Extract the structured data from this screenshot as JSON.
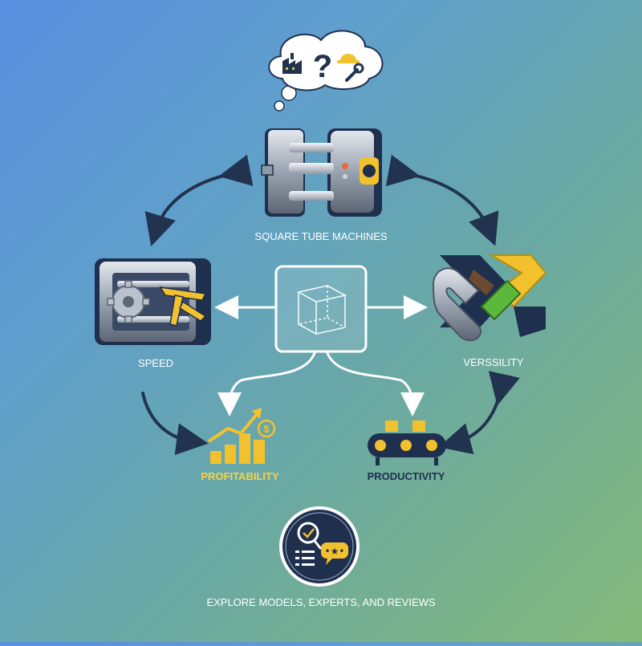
{
  "colors": {
    "arrow_dark": "#21334f",
    "gold": "#f2c12e",
    "navy": "#1f2f4e",
    "white": "#ffffff"
  },
  "thought_bubble": {
    "icons": [
      "factory-icon",
      "question-mark-icon",
      "hard-hat-icon",
      "wrench-icon"
    ],
    "glyph": "?"
  },
  "nodes": {
    "top": {
      "label": "SQUARE TUBE MACHINES",
      "icon": "tube-machine-icon"
    },
    "left": {
      "label": "SPEED",
      "icon": "gear-machine-icon"
    },
    "right": {
      "label": "VERSSILITY",
      "icon": "interlocking-links-icon"
    },
    "center": {
      "icon": "cube-wireframe-icon"
    },
    "bottom_left": {
      "label": "PROFITABILITY",
      "icon": "rising-bar-chart-icon"
    },
    "bottom_right": {
      "label": "PRODUCTIVITY",
      "icon": "conveyor-belt-icon"
    },
    "footer": {
      "label": "EXPLORE MODELS, EXPERTS, AND REVIEWS",
      "icon": "review-checklist-icon"
    }
  }
}
